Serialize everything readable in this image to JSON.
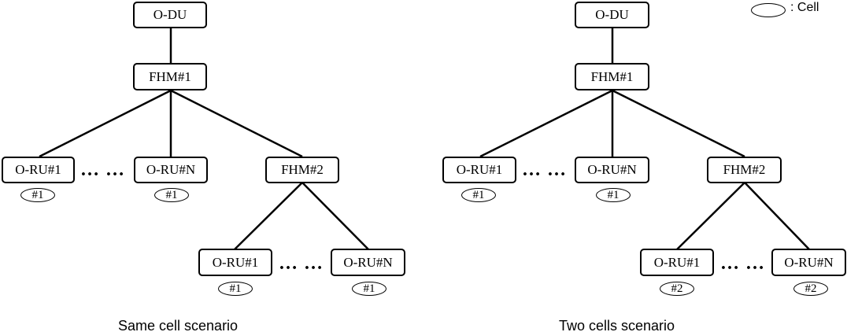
{
  "legend": {
    "label": ": Cell"
  },
  "left": {
    "caption": "Same cell scenario",
    "odu": "O-DU",
    "fhm1": "FHM#1",
    "ru1": "O-RU#1",
    "ruN": "O-RU#N",
    "fhm2": "FHM#2",
    "ru1b": "O-RU#1",
    "ruNb": "O-RU#N",
    "cell_ru1": "#1",
    "cell_ruN": "#1",
    "cell_ru1b": "#1",
    "cell_ruNb": "#1",
    "dots": "… …"
  },
  "right": {
    "caption": "Two cells scenario",
    "odu": "O-DU",
    "fhm1": "FHM#1",
    "ru1": "O-RU#1",
    "ruN": "O-RU#N",
    "fhm2": "FHM#2",
    "ru1b": "O-RU#1",
    "ruNb": "O-RU#N",
    "cell_ru1": "#1",
    "cell_ruN": "#1",
    "cell_ru1b": "#2",
    "cell_ruNb": "#2",
    "dots": "… …"
  }
}
